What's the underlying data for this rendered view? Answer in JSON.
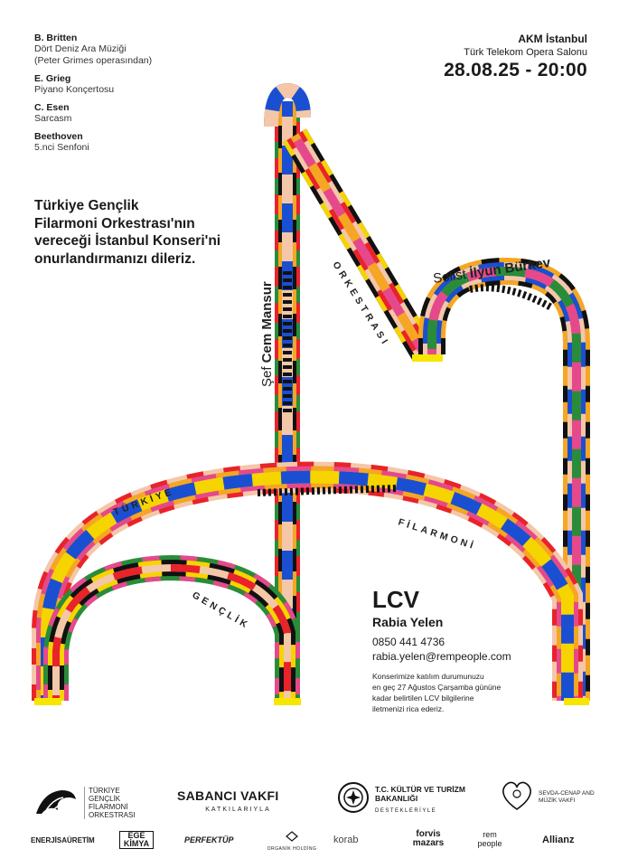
{
  "program": [
    {
      "composer": "B. Britten",
      "work": "Dört Deniz Ara Müziği",
      "note": "(Peter Grimes operasından)"
    },
    {
      "composer": "E. Grieg",
      "work": "Piyano Konçertosu"
    },
    {
      "composer": "C. Esen",
      "work": "Sarcasm"
    },
    {
      "composer": "Beethoven",
      "work": "5.nci Senfoni"
    }
  ],
  "venue": {
    "name": "AKM İstanbul",
    "hall": "Türk Telekom Opera Salonu",
    "datetime": "28.08.25 - 20:00"
  },
  "invitation": [
    "Türkiye Gençlik",
    "Filarmoni Orkestrası'nın",
    "vereceği İstanbul Konseri'ni",
    "onurlandırmanızı dileriz."
  ],
  "artwork": {
    "conductor_prefix": "Şef",
    "conductor_name": "Cem Mansur",
    "soloist_prefix": "Solist",
    "soloist_name": "İlyun Bürkev",
    "word_orkestrasi": "ORKESTRASI",
    "word_turkiye": "TÜRKİYE",
    "word_filarmoni": "FİLARMONİ",
    "word_genclik": "GENÇLİK",
    "colors": [
      "#e8232a",
      "#f5a623",
      "#1b4fd1",
      "#2a8c3a",
      "#111111",
      "#f4c7a8",
      "#e5498c",
      "#f6d400"
    ]
  },
  "rsvp": {
    "title": "LCV",
    "name": "Rabia Yelen",
    "phone": "0850 441 4736",
    "email": "rabia.yelen@rempeople.com",
    "note": [
      "Konserimize katılım durumunuzu",
      "en geç 27 Ağustos Çarşamba gününe",
      "kadar belirtilen LCV bilgilerine",
      "iletmenizi rica ederiz."
    ]
  },
  "logos": {
    "tgfo_lines": [
      "TÜRKİYE",
      "GENÇLİK",
      "FİLARMONİ",
      "ORKESTRASI"
    ],
    "sabanci": "SABANCI VAKFI",
    "sabanci_sub": "KATKILARIYLA",
    "ministry_lines": [
      "T.C. KÜLTÜR VE TURİZM",
      "BAKANLIĞI"
    ],
    "ministry_sub": "DESTEKLERİYLE",
    "sevda_lines": [
      "SEVDA-CENAP AND",
      "MÜZİK VAKFI"
    ],
    "sponsors": [
      "ENERJİSAÜRETİM",
      "EGE KİMYA",
      "PERFEKTÜP",
      "ORGANİK HOLDİNG",
      "korab",
      "forvis mazars",
      "rem people",
      "Allianz"
    ]
  }
}
